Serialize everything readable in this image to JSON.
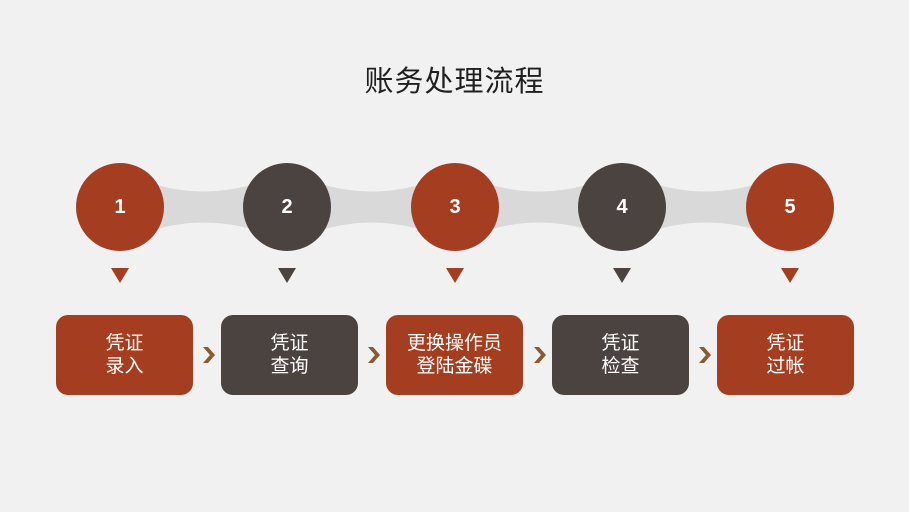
{
  "title": "账务处理流程",
  "colors": {
    "accent": "#a53e21",
    "dark": "#4a4340",
    "connector": "#d9d9d9",
    "chevron": "#8a5a30",
    "background": "#f2f1f1"
  },
  "steps": [
    {
      "number": "1",
      "line1": "凭证",
      "line2": "录入",
      "color": "#a53e21"
    },
    {
      "number": "2",
      "line1": "凭证",
      "line2": "查询",
      "color": "#4a4340"
    },
    {
      "number": "3",
      "line1": "更换操作员",
      "line2": "登陆金碟",
      "color": "#a53e21"
    },
    {
      "number": "4",
      "line1": "凭证",
      "line2": "检查",
      "color": "#4a4340"
    },
    {
      "number": "5",
      "line1": "凭证",
      "line2": "过帐",
      "color": "#a53e21"
    }
  ]
}
